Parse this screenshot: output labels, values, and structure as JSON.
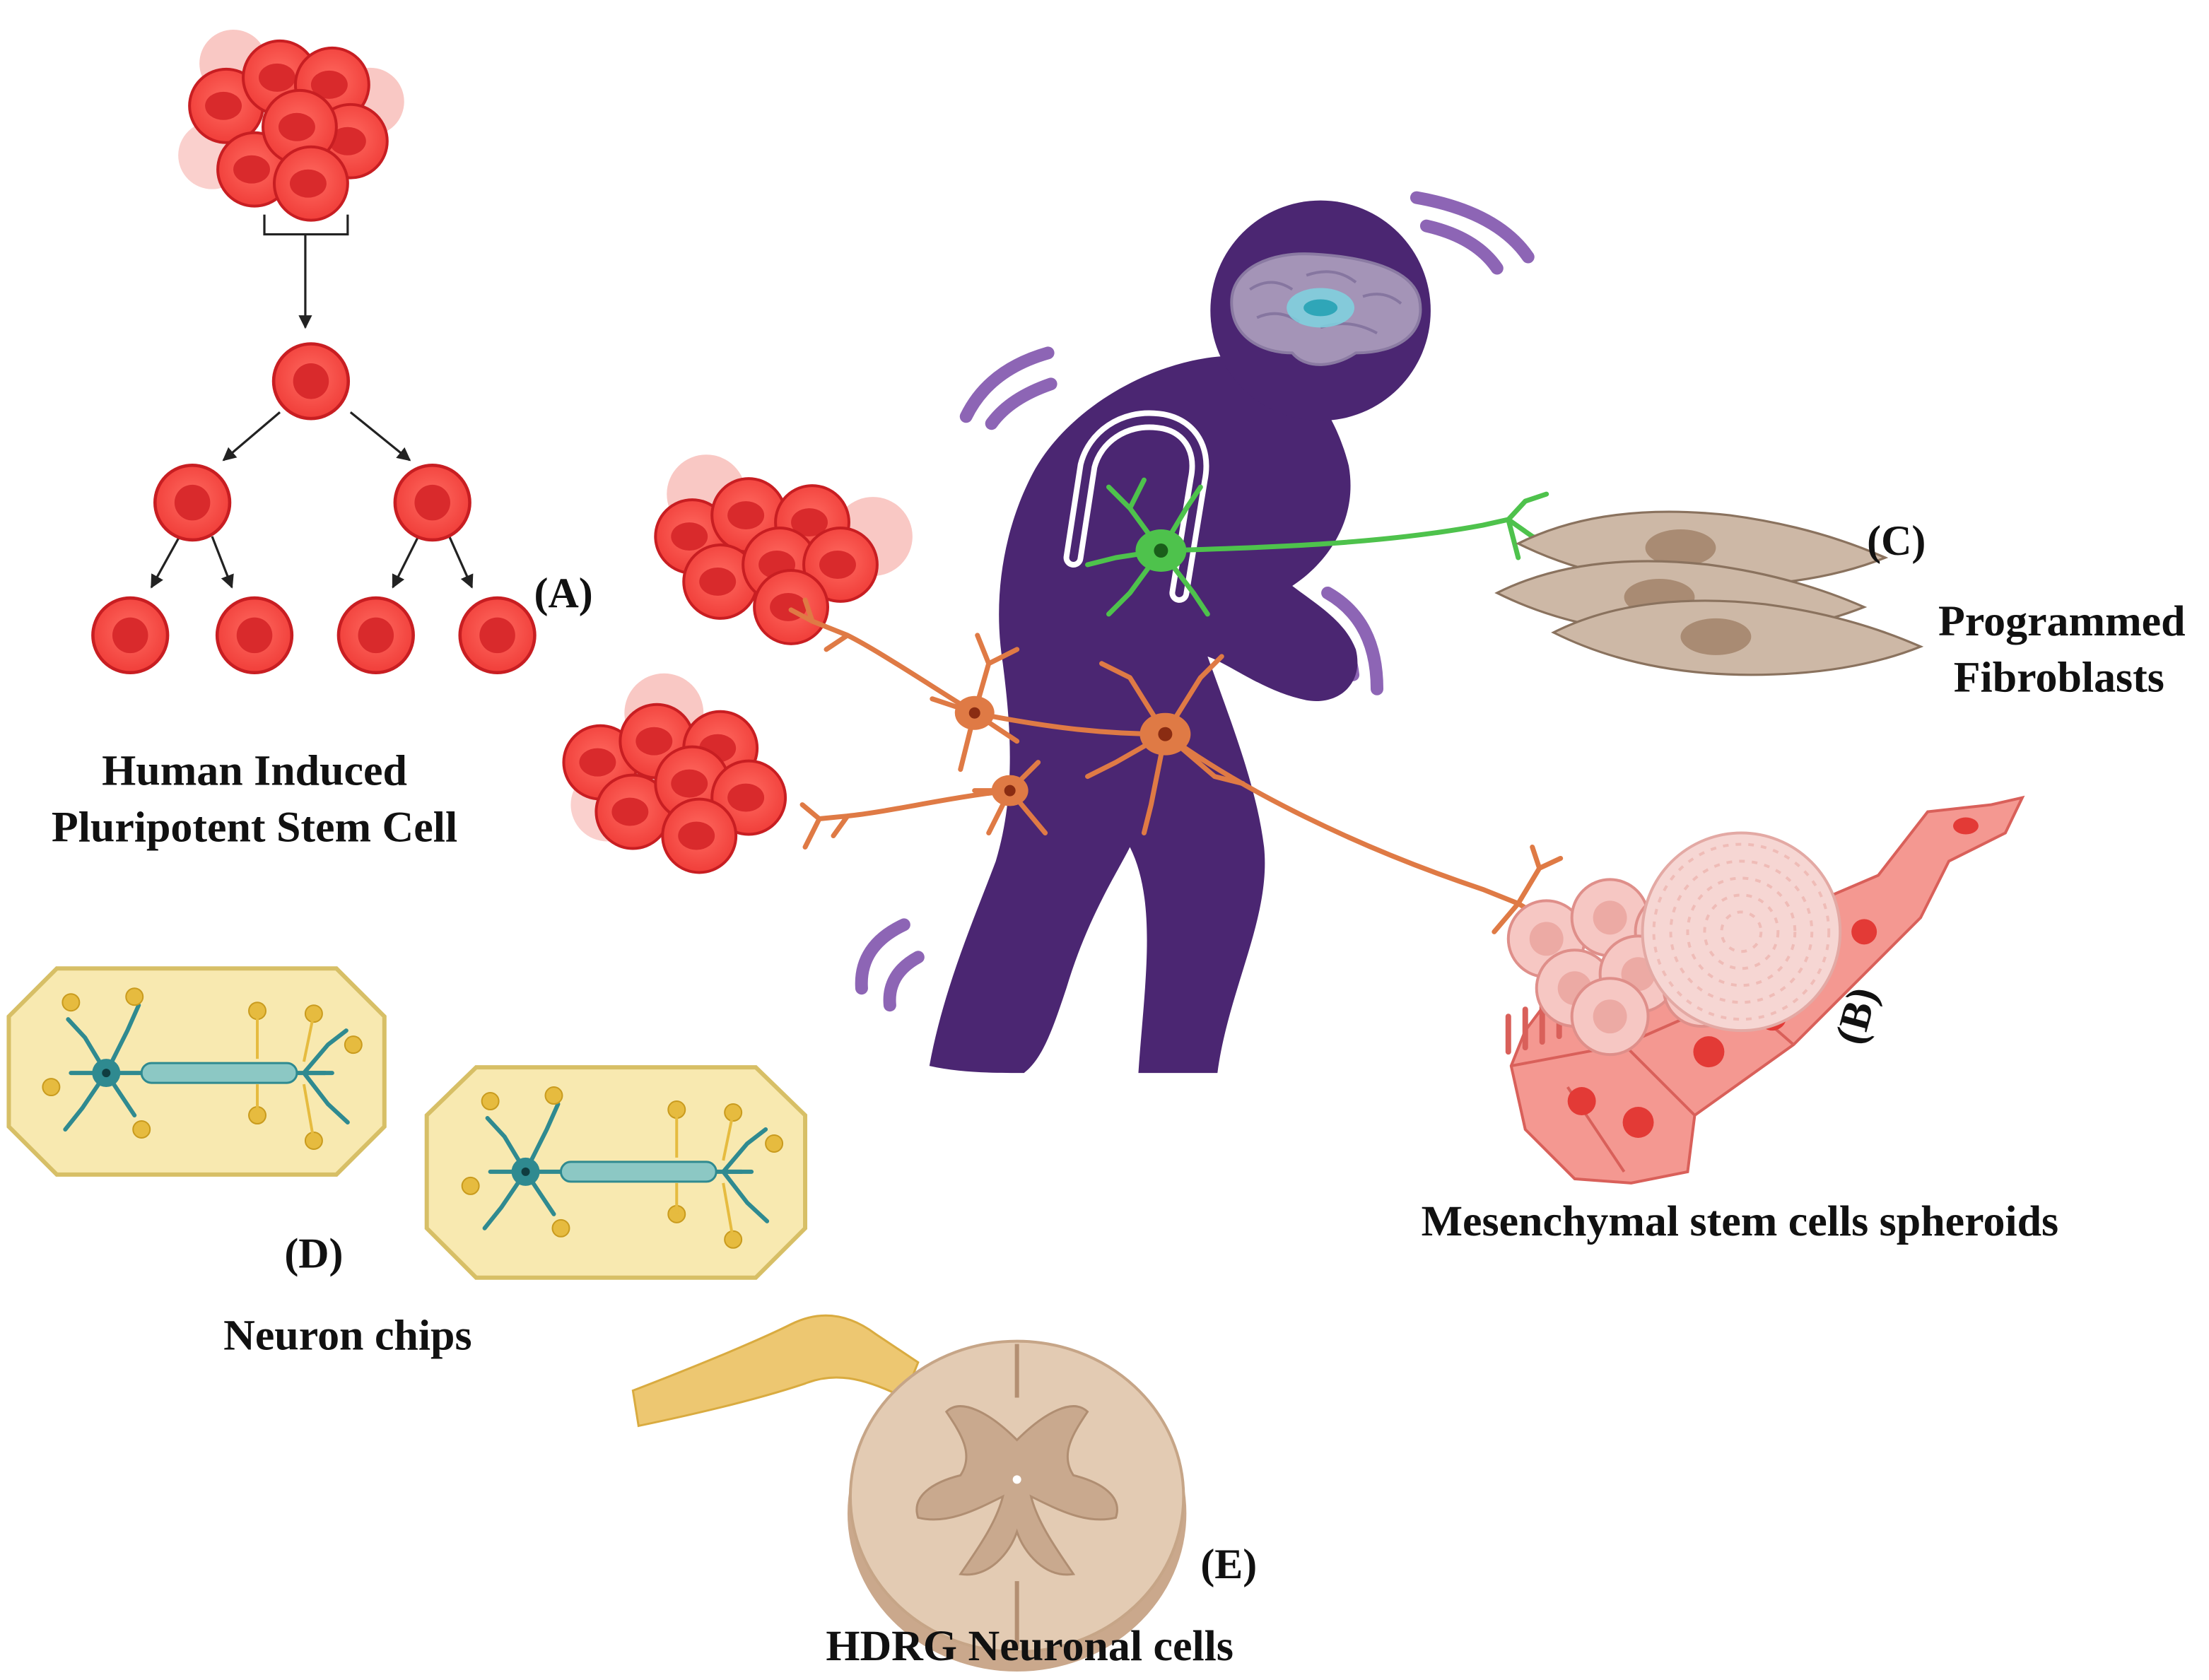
{
  "labels": {
    "a_marker": "(A)",
    "a_title_line1": "Human Induced",
    "a_title_line2": "Pluripotent Stem Cell",
    "b_marker": "(B)",
    "b_title": "Mesenchymal stem cells spheroids",
    "c_marker": "(C)",
    "c_title_line1": "Programmed",
    "c_title_line2": "Fibroblasts",
    "d_marker": "(D)",
    "d_title": "Neuron chips",
    "e_marker": "(E)",
    "e_title": "HDRG Neuronal cells"
  },
  "colors": {
    "red_cell": "#f2423d",
    "red_cell_dark": "#c81e22",
    "red_nucleus": "#e23133",
    "purple_body": "#4b2672",
    "purple_tremor": "#8d65b5",
    "green_neuron": "#4ec24c",
    "orange_neuron": "#df7a45",
    "fibroblast": "#cbb5a3",
    "mesenchymal_pink": "#f3958e",
    "chip_fill": "#f8e9b0",
    "chip_border": "#d7bf66",
    "chip_neuron": "#2f8a90",
    "spinal_cord": "#e3cbb3",
    "nerve_root": "#edc771"
  },
  "icons": {
    "stem_cell_cluster": "red-cell-cluster-icon",
    "human_figure": "hunched-human-figure-icon",
    "brain": "brain-icon",
    "neuron": "neuron-icon",
    "fibroblast": "spindle-fibroblast-icon",
    "spheroid": "spheroid-icon",
    "chip": "neuron-chip-icon",
    "spinal_cord": "spinal-cord-cross-section-icon"
  }
}
